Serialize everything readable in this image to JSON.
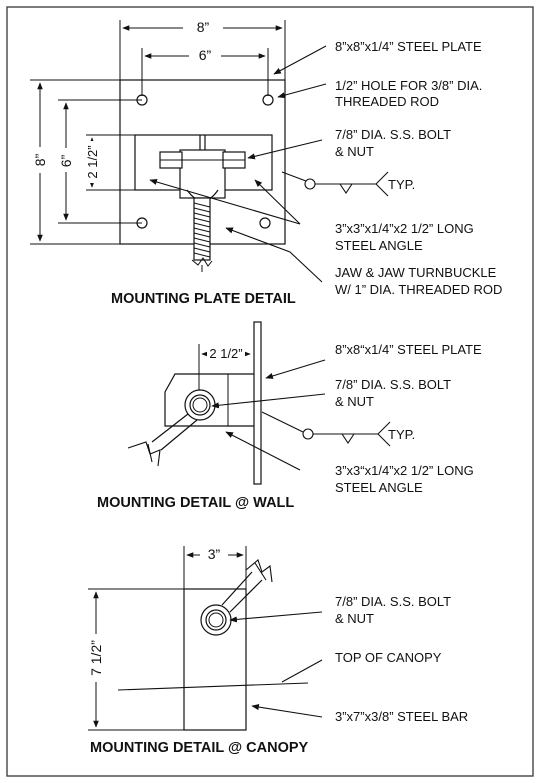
{
  "colors": {
    "line": "#111111",
    "background": "#ffffff",
    "frame": "#444444"
  },
  "plate_detail": {
    "title": "MOUNTING PLATE DETAIL",
    "dims": {
      "width": "8”",
      "hole_spacing_h": "6”",
      "height": "8”",
      "hole_spacing_v": "6”",
      "angle_length": "2 1/2”"
    },
    "labels": {
      "plate_l1": "8”x8”x1/4” STEEL PLATE",
      "hole_l1": "1/2” HOLE FOR 3/8” DIA.",
      "hole_l2": "THREADED ROD",
      "bolt_l1": "7/8” DIA. S.S. BOLT",
      "bolt_l2": "& NUT",
      "weld_typ": "TYP.",
      "angle_l1": "3”x3”x1/4”x2 1/2” LONG",
      "angle_l2": "STEEL ANGLE",
      "jaw_l1": "JAW & JAW TURNBUCKLE",
      "jaw_l2": "W/ 1” DIA. THREADED ROD"
    }
  },
  "wall_detail": {
    "title": "MOUNTING DETAIL @ WALL",
    "dims": {
      "offset": "2 1/2”"
    },
    "labels": {
      "plate_l1": "8”x8“x1/4” STEEL PLATE",
      "bolt_l1": "7/8” DIA. S.S. BOLT",
      "bolt_l2": "& NUT",
      "weld_typ": "TYP.",
      "angle_l1": "3”x3“x1/4”x2 1/2” LONG",
      "angle_l2": "STEEL ANGLE"
    }
  },
  "canopy_detail": {
    "title": "MOUNTING DETAIL @ CANOPY",
    "dims": {
      "width": "3”",
      "height": "7 1/2”"
    },
    "labels": {
      "bolt_l1": "7/8” DIA. S.S. BOLT",
      "bolt_l2": "& NUT",
      "canopy": "TOP OF CANOPY",
      "bar": "3”x7”x3/8” STEEL BAR"
    }
  }
}
